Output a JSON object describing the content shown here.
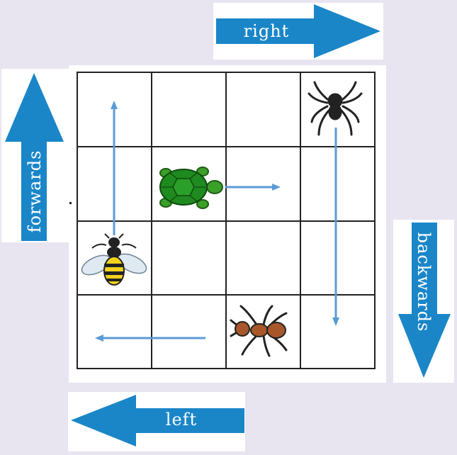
{
  "arrows": {
    "right": "right",
    "left": "left",
    "forwards": "forwards",
    "backwards": "backwards"
  },
  "colors": {
    "background": "#e8e4f0",
    "arrow_fill": "#1a86c8",
    "path_line": "#5b9bd5",
    "grid_line": "#222222"
  },
  "grid": {
    "rows": 4,
    "cols": 4
  },
  "characters": [
    "spider",
    "turtle",
    "bee",
    "ant"
  ]
}
